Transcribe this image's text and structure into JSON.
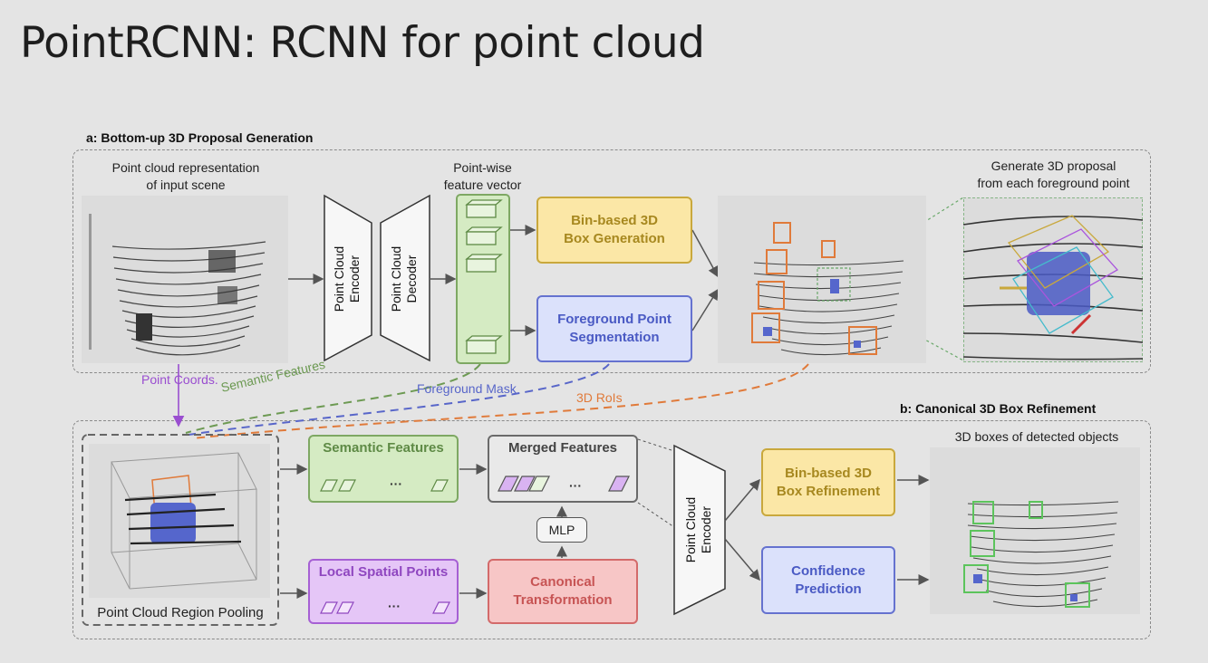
{
  "slide": {
    "title": "PointRCNN: RCNN for point cloud"
  },
  "section_a": {
    "title": "a: Bottom-up 3D Proposal Generation",
    "input_caption": [
      "Point cloud representation",
      "of input scene"
    ],
    "feature_caption": [
      "Point-wise",
      "feature vector"
    ],
    "proposal_caption": [
      "Generate 3D proposal",
      "from each foreground point"
    ],
    "encoder_label": [
      "Point Cloud",
      "Encoder"
    ],
    "decoder_label": [
      "Point Cloud",
      "Decoder"
    ],
    "bin_box": [
      "Bin-based 3D",
      "Box Generation"
    ],
    "fg_seg": [
      "Foreground Point",
      "Segmentation"
    ]
  },
  "connectors": {
    "point_coords": "Point Coords.",
    "semantic_features": "Semantic Features",
    "foreground_mask": "Foreground Mask",
    "rois": "3D RoIs"
  },
  "section_b": {
    "title": "b: Canonical 3D Box Refinement",
    "pooling_caption": "Point Cloud Region Pooling",
    "semantic_features": "Semantic Features",
    "merged_features": "Merged Features",
    "local_spatial": "Local Spatial Points",
    "canonical": [
      "Canonical",
      "Transformation"
    ],
    "mlp": "MLP",
    "encoder_label": [
      "Point Cloud",
      "Encoder"
    ],
    "bin_refine": [
      "Bin-based 3D",
      "Box Refinement"
    ],
    "confidence": [
      "Confidence",
      "Prediction"
    ],
    "output_caption": "3D boxes of detected objects",
    "dots": "···"
  },
  "colors": {
    "background": "#e4e4e4",
    "yellow": "#fbe7a6",
    "blue": "#dbe1fb",
    "green": "#d5ebc3",
    "purple": "#e5c6f7",
    "red": "#f7c6c6",
    "semantic_line": "#6d9a53",
    "mask_line": "#5866c9",
    "roi_line": "#e07a3a",
    "coords_line": "#9a4ed0"
  }
}
